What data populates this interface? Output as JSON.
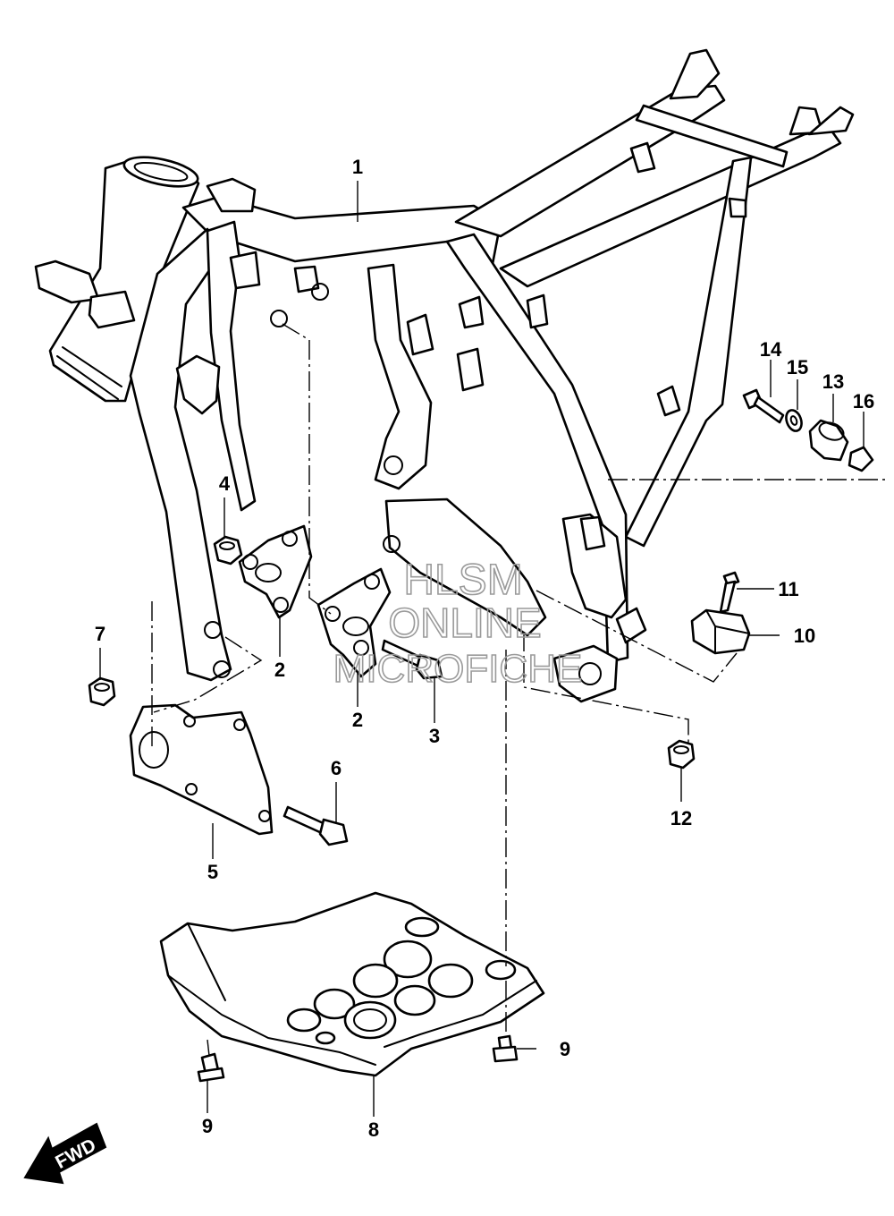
{
  "callouts": [
    {
      "id": "1",
      "part": "frame"
    },
    {
      "id": "2",
      "part": "engine-mount-bracket"
    },
    {
      "id": "2",
      "part": "engine-mount-bracket"
    },
    {
      "id": "3",
      "part": "bolt"
    },
    {
      "id": "4",
      "part": "nut"
    },
    {
      "id": "5",
      "part": "lower-bracket"
    },
    {
      "id": "6",
      "part": "bolt"
    },
    {
      "id": "7",
      "part": "nut"
    },
    {
      "id": "8",
      "part": "skid-plate"
    },
    {
      "id": "9",
      "part": "bolt"
    },
    {
      "id": "9",
      "part": "bolt"
    },
    {
      "id": "10",
      "part": "cushion"
    },
    {
      "id": "11",
      "part": "bolt"
    },
    {
      "id": "12",
      "part": "nut"
    },
    {
      "id": "13",
      "part": "cushion"
    },
    {
      "id": "14",
      "part": "bolt"
    },
    {
      "id": "15",
      "part": "washer"
    },
    {
      "id": "16",
      "part": "spacer"
    }
  ],
  "watermark": {
    "line1": "HLSM",
    "line2": "ONLINE",
    "line3": "MICROFICHE",
    "color": "#9a9a9a"
  },
  "direction_badge": {
    "label": "FWD",
    "icon": "fwd-arrow-icon"
  },
  "colors": {
    "ink": "#000000",
    "paper": "#ffffff"
  }
}
